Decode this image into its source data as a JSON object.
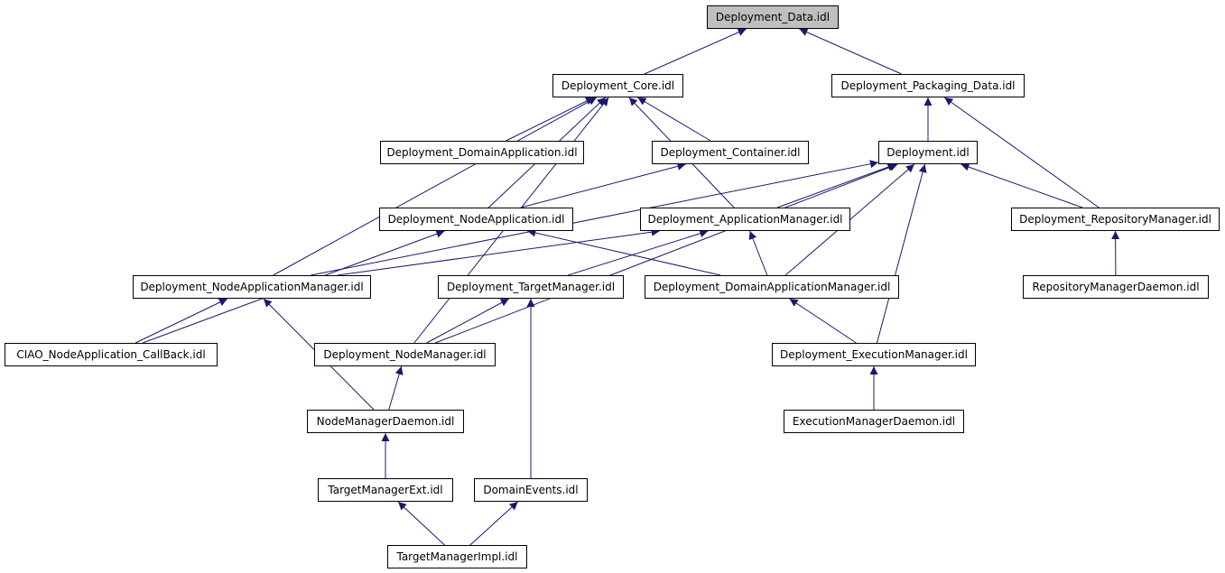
{
  "diagram": {
    "colors": {
      "edge": "#191970",
      "node_border": "#000000",
      "node_fill": "#ffffff",
      "root_fill": "#bfbfbf"
    },
    "nodes": {
      "deployment_data": "Deployment_Data.idl",
      "deployment_core": "Deployment_Core.idl",
      "deployment_packaging_data": "Deployment_Packaging_Data.idl",
      "deployment_domainapplication": "Deployment_DomainApplication.idl",
      "deployment_container": "Deployment_Container.idl",
      "deployment": "Deployment.idl",
      "deployment_nodeapplication": "Deployment_NodeApplication.idl",
      "deployment_applicationmanager": "Deployment_ApplicationManager.idl",
      "deployment_repositorymanager": "Deployment_RepositoryManager.idl",
      "deployment_nodeapplicationmanager": "Deployment_NodeApplicationManager.idl",
      "deployment_targetmanager": "Deployment_TargetManager.idl",
      "deployment_domainapplicationmanager": "Deployment_DomainApplicationManager.idl",
      "repositorymanagerdaemon": "RepositoryManagerDaemon.idl",
      "ciao_nodeapplication_callback": "CIAO_NodeApplication_CallBack.idl",
      "deployment_nodemanager": "Deployment_NodeManager.idl",
      "deployment_executionmanager": "Deployment_ExecutionManager.idl",
      "nodemanagerdaemon": "NodeManagerDaemon.idl",
      "executionmanagerdaemon": "ExecutionManagerDaemon.idl",
      "targetmanagerext": "TargetManagerExt.idl",
      "domainevents": "DomainEvents.idl",
      "targetmanagerimpl": "TargetManagerImpl.idl"
    },
    "edges": [
      [
        "deployment_core",
        "deployment_data"
      ],
      [
        "deployment_packaging_data",
        "deployment_data"
      ],
      [
        "deployment",
        "deployment_packaging_data"
      ],
      [
        "deployment_repositorymanager",
        "deployment_packaging_data"
      ],
      [
        "deployment_domainapplication",
        "deployment_core"
      ],
      [
        "deployment_container",
        "deployment_core"
      ],
      [
        "deployment_nodeapplication",
        "deployment_core"
      ],
      [
        "deployment_applicationmanager",
        "deployment_core"
      ],
      [
        "deployment_nodeapplicationmanager",
        "deployment_core"
      ],
      [
        "deployment_nodemanager",
        "deployment_core"
      ],
      [
        "deployment_nodeapplication",
        "deployment_container"
      ],
      [
        "deployment_applicationmanager",
        "deployment"
      ],
      [
        "deployment_repositorymanager",
        "deployment"
      ],
      [
        "deployment_nodeapplicationmanager",
        "deployment"
      ],
      [
        "deployment_domainapplicationmanager",
        "deployment"
      ],
      [
        "deployment_nodemanager",
        "deployment"
      ],
      [
        "deployment_executionmanager",
        "deployment"
      ],
      [
        "deployment_nodeapplicationmanager",
        "deployment_applicationmanager"
      ],
      [
        "deployment_targetmanager",
        "deployment_applicationmanager"
      ],
      [
        "deployment_domainapplicationmanager",
        "deployment_applicationmanager"
      ],
      [
        "ciao_nodeapplication_callback",
        "deployment_nodeapplication"
      ],
      [
        "deployment_domainapplicationmanager",
        "deployment_nodeapplication"
      ],
      [
        "repositorymanagerdaemon",
        "deployment_repositorymanager"
      ],
      [
        "ciao_nodeapplication_callback",
        "deployment_nodeapplicationmanager"
      ],
      [
        "nodemanagerdaemon",
        "deployment_nodeapplicationmanager"
      ],
      [
        "deployment_nodemanager",
        "deployment_targetmanager"
      ],
      [
        "domainevents",
        "deployment_targetmanager"
      ],
      [
        "deployment_executionmanager",
        "deployment_domainapplicationmanager"
      ],
      [
        "nodemanagerdaemon",
        "deployment_nodemanager"
      ],
      [
        "executionmanagerdaemon",
        "deployment_executionmanager"
      ],
      [
        "targetmanagerext",
        "nodemanagerdaemon"
      ],
      [
        "targetmanagerimpl",
        "targetmanagerext"
      ],
      [
        "targetmanagerimpl",
        "domainevents"
      ]
    ]
  }
}
